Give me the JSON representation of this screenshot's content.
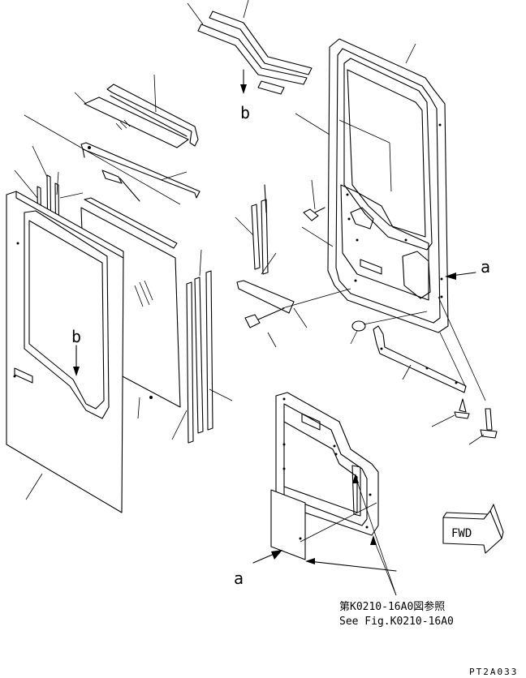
{
  "labels": {
    "callout_a_top": "a",
    "callout_a_bottom": "a",
    "callout_b_top": "b",
    "callout_b_left": "b",
    "fwd": "FWD",
    "ref_jp": "第K0210-16A0図参照",
    "ref_en": "See Fig.K0210-16A0",
    "drawing_id": "PT2A033"
  }
}
